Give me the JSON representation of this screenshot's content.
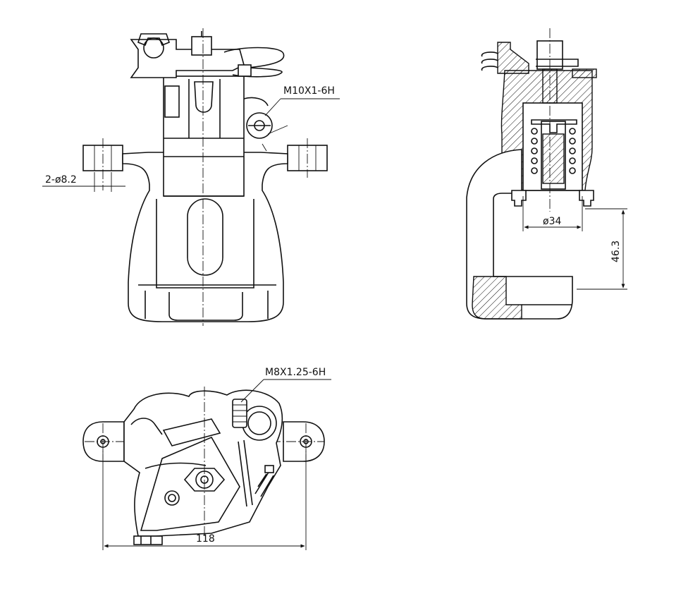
{
  "dimensions": {
    "front_thread": "M10X1-6H",
    "front_holes": "2-ø8.2",
    "side_piston_dia": "ø34",
    "side_height": "46.3",
    "bottom_thread": "M8X1.25-6H",
    "bottom_width": "118"
  },
  "colors": {
    "line": "#111111",
    "background": "#ffffff"
  }
}
